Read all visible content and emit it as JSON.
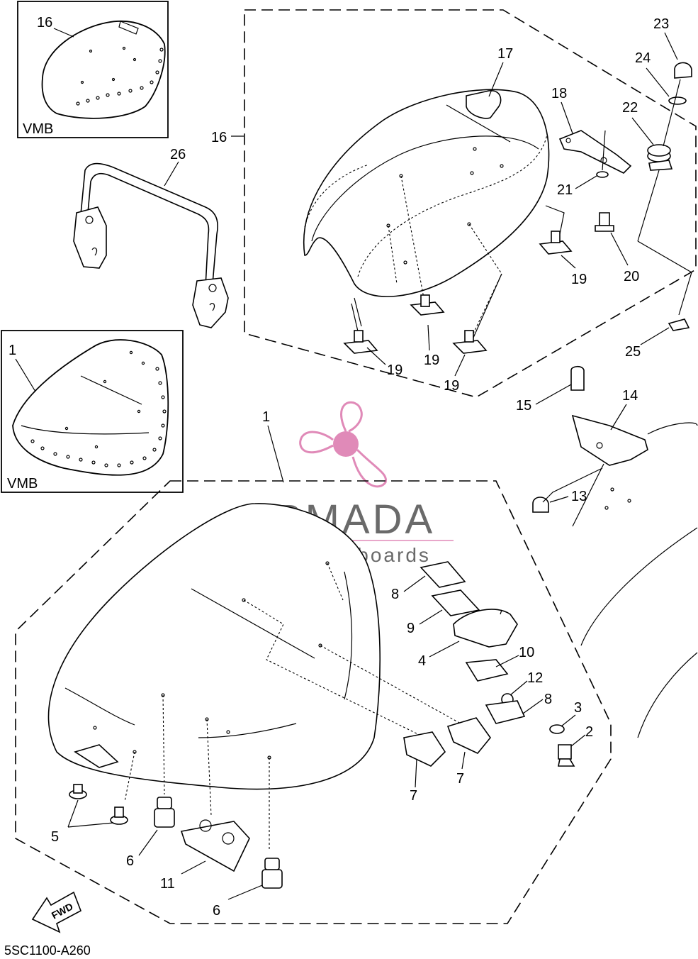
{
  "diagram_code": "5SC1100-A260",
  "inset_variant_label": "VMB",
  "watermark": {
    "brand": "ARMADA",
    "tagline": "marine outboards",
    "brand_color": "#6a6a6a",
    "accent_color": "#e08ab8"
  },
  "direction_marker": "FWD",
  "callouts": [
    "1",
    "2",
    "3",
    "4",
    "5",
    "6",
    "7",
    "8",
    "9",
    "10",
    "11",
    "12",
    "13",
    "14",
    "15",
    "16",
    "17",
    "18",
    "19",
    "20",
    "21",
    "22",
    "23",
    "24",
    "25",
    "26"
  ]
}
